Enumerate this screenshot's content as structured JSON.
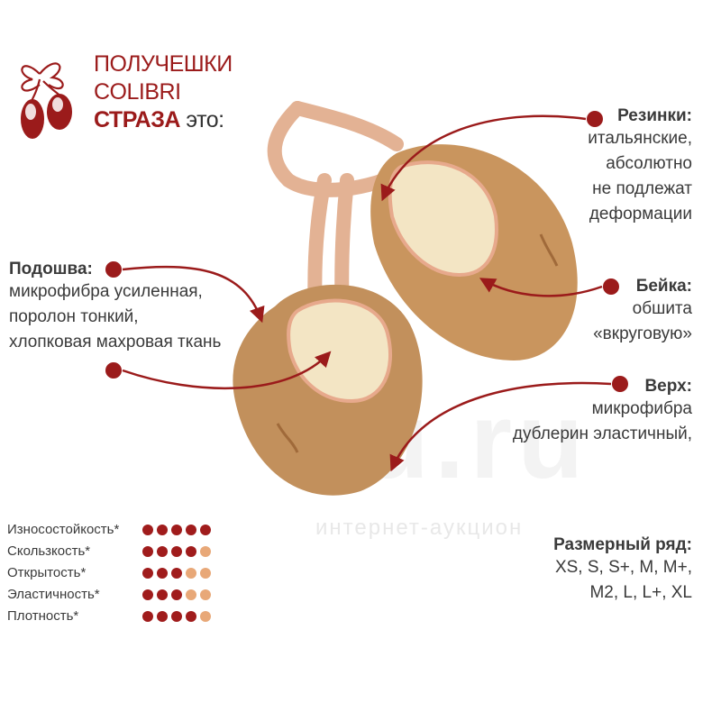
{
  "title": {
    "line1": "ПОЛУЧЕШКИ",
    "line2": "COLIBRI",
    "line3_bold": "СТРАЗА",
    "line3_rest": " это:"
  },
  "callouts": {
    "rezinki": {
      "heading": "Резинки:",
      "lines": [
        "итальянские,",
        "абсолютно",
        "не подлежат",
        "деформации"
      ]
    },
    "podoshva": {
      "heading": "Подошва:",
      "lines": [
        "микрофибра усиленная,",
        "поролон тонкий,",
        "хлопковая махровая ткань"
      ]
    },
    "beika": {
      "heading": "Бейка:",
      "lines": [
        "обшита",
        "«вкруговую»"
      ]
    },
    "verh": {
      "heading": "Верх:",
      "lines": [
        "микрофибра",
        "дублерин эластичный,"
      ]
    }
  },
  "properties": [
    {
      "label": "Износостойкость*",
      "level": 5,
      "max": 5
    },
    {
      "label": "Скользкость*",
      "level": 4,
      "max": 5
    },
    {
      "label": "Открытость*",
      "level": 3,
      "max": 5
    },
    {
      "label": "Эластичность*",
      "level": 3,
      "max": 5
    },
    {
      "label": "Плотность*",
      "level": 4,
      "max": 5
    }
  ],
  "sizes": {
    "heading": "Размерный ряд:",
    "line1": "XS, S, S+, M, M+,",
    "line2": "M2, L, L+, XL"
  },
  "watermark": {
    "big": "au.ru",
    "small": "интернет-аукцион"
  },
  "colors": {
    "accent": "#9b1b1b",
    "dot_filled": "#a01c1c",
    "dot_empty": "#e8a878",
    "shoe": "#c9955e",
    "insole": "#f3e5c4",
    "strap": "#e8b898"
  },
  "icons": {
    "logo": "shoes-logo-icon"
  }
}
